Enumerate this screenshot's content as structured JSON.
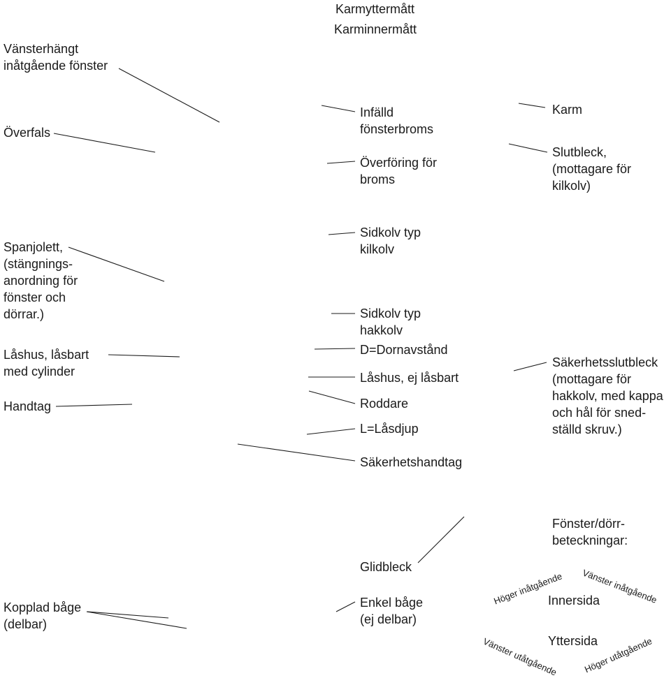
{
  "labels": {
    "karmyttermatt": "Karmyttermått",
    "karminnermatt": "Karminnermått",
    "vansterhangt": "Vänsterhängt\ninåtgående fönster",
    "overfals": "Överfals",
    "infalld_fonsterbroms": "Infälld\nfönsterbroms",
    "karm": "Karm",
    "overforing_broms": "Överföring för\nbroms",
    "slutbleck": "Slutbleck,\n(mottagare för\nkilkolv)",
    "spanjolett": "Spanjolett,\n(stängnings-\nanordning för\nfönster och\ndörrar.)",
    "sidkolv_kilkolv": "Sidkolv typ\nkilkolv",
    "sidkolv_hakkolv": "Sidkolv typ\nhakkolv",
    "dornavstand": "D=Dornavstånd",
    "lashus_lasbart": "Låshus, låsbart\nmed cylinder",
    "lashus_ej_lasbart": "Låshus, ej låsbart",
    "sakerhetsslutbleck": "Säkerhetsslutbleck\n(mottagare för\nhakkolv, med kappa\noch hål för sned-\nställd skruv.)",
    "handtag": "Handtag",
    "roddare": "Roddare",
    "lasdjup": "L=Låsdjup",
    "sakerhetshandtag": "Säkerhetshandtag",
    "fonster_dorr_beteckningar": "Fönster/dörr-\nbeteckningar:",
    "glidbleck": "Glidbleck",
    "kopplad_bage": "Kopplad båge\n(delbar)",
    "enkel_bage": "Enkel båge\n(ej delbar)"
  },
  "legend": {
    "hoger_inatgaende": "Höger inåtgående",
    "vanster_inatgaende": "Vänster inåtgående",
    "innersida": "Innersida",
    "yttersida": "Yttersida",
    "vanster_utatgaende": "Vänster utåtgående",
    "hoger_utatgaende": "Höger utåtgående"
  }
}
